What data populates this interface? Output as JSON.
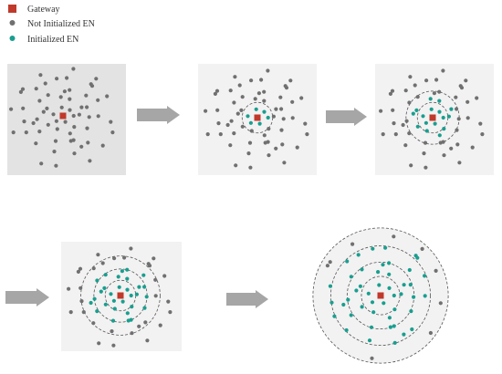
{
  "legend": [
    {
      "symbol": "square",
      "color": "#c0392b",
      "label": "Gateway"
    },
    {
      "symbol": "circle",
      "color": "#707070",
      "label": "Not Initialized EN"
    },
    {
      "symbol": "circle",
      "color": "#1a9e8f",
      "label": "Initialized EN"
    }
  ],
  "colors": {
    "gateway": "#c0392b",
    "not_initialized": "#707070",
    "initialized": "#1a9e8f",
    "panel_first": "#e3e3e3",
    "panel": "#f2f2f2",
    "arrow": "#a6a6a6",
    "ring": "#555555"
  },
  "stages": [
    {
      "step": 1,
      "rings_shown": 0,
      "initialized_within_ring": 0
    },
    {
      "step": 2,
      "rings_shown": 1,
      "initialized_within_ring": 1
    },
    {
      "step": 3,
      "rings_shown": 2,
      "initialized_within_ring": 2
    },
    {
      "step": 4,
      "rings_shown": 3,
      "initialized_within_ring": 3
    },
    {
      "step": 5,
      "rings_shown": 4,
      "initialized_within_ring": 4
    }
  ]
}
